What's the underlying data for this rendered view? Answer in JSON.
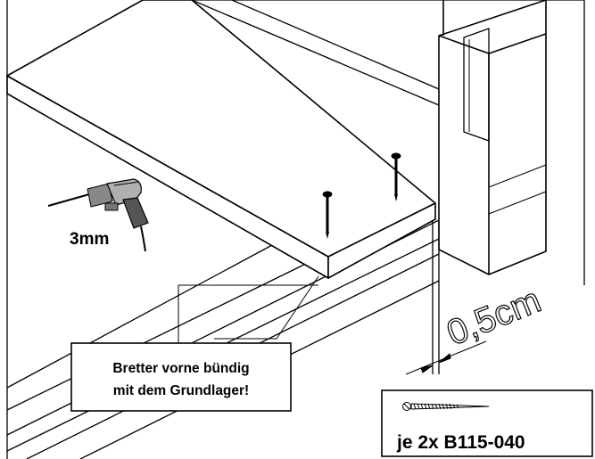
{
  "drill": {
    "bit_size": "3mm",
    "icon": "drill-icon"
  },
  "gap": {
    "measurement": "0,5cm"
  },
  "note": {
    "line1": "Bretter vorne bündig",
    "line2": "mit dem Grundlager!"
  },
  "parts": {
    "screw_icon": "screw-icon",
    "quantity_label": "je 2x B115-040"
  }
}
